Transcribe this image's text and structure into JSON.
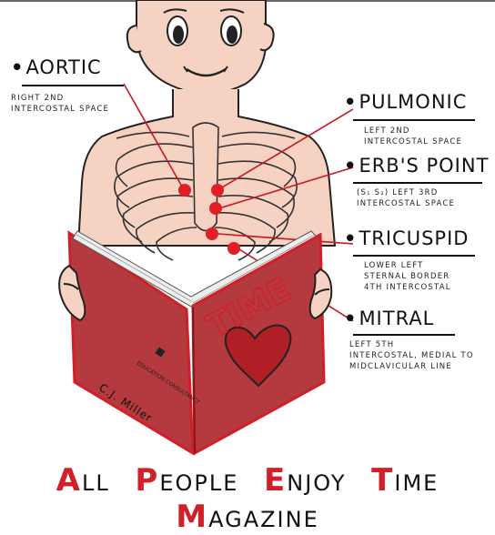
{
  "colors": {
    "skin": "#f6d2c3",
    "book": "#b43a40",
    "book_edge": "#d01f26",
    "dot": "#e11d25",
    "mnemonic_accent": "#d1202a"
  },
  "listening_sites": [
    {
      "name": "Aortic",
      "description": "Right 2nd\nintercostal space"
    },
    {
      "name": "Pulmonic",
      "description": "Left 2nd\nintercostal space"
    },
    {
      "name": "Erb's Point",
      "description": "(S₁ S₂) left 3rd\nintercostal space"
    },
    {
      "name": "Tricuspid",
      "description": "Lower left\nsternal border\n4th intercostal"
    },
    {
      "name": "Mitral",
      "description": "Left 5th\nintercostal, medial to\nmidclavicular line"
    }
  ],
  "book": {
    "cover_title": "TIME",
    "author": "C.J. Miller",
    "publisher": "EDUCATION CONSULTANCY"
  },
  "mnemonic": [
    {
      "initial": "A",
      "rest": "ll"
    },
    {
      "initial": "P",
      "rest": "eople"
    },
    {
      "initial": "E",
      "rest": "njoy"
    },
    {
      "initial": "T",
      "rest": "ime"
    },
    {
      "initial": "M",
      "rest": "agazine"
    }
  ]
}
